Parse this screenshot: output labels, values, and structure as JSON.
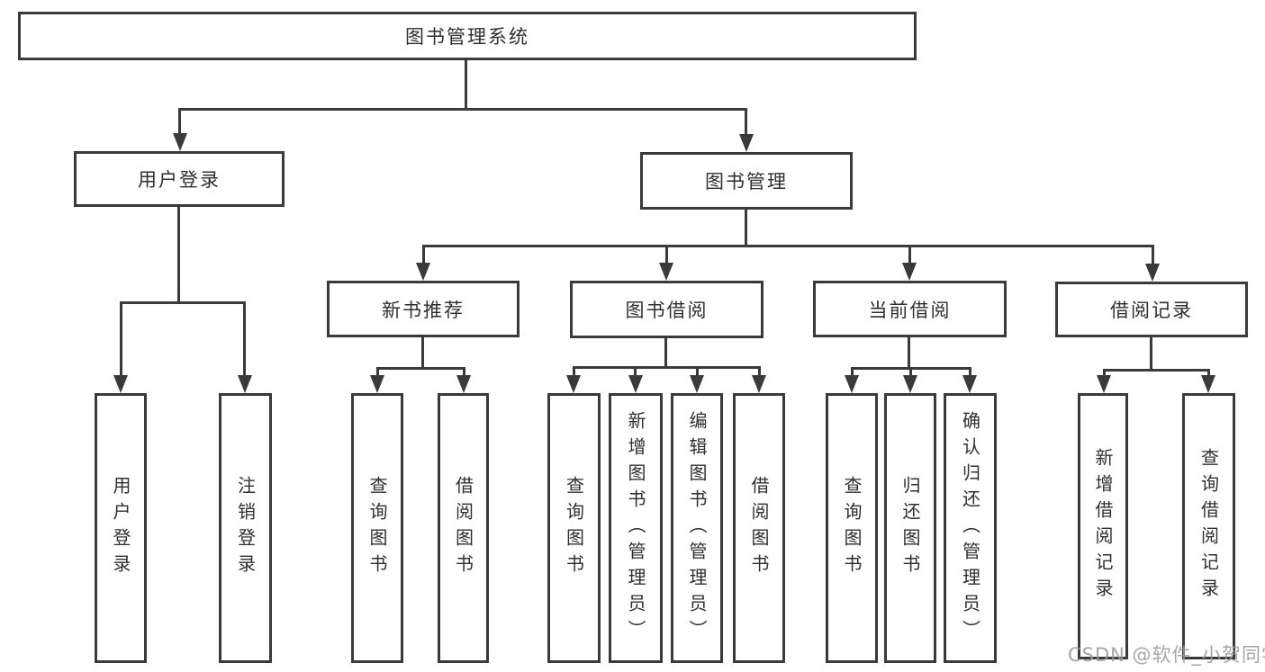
{
  "diagram": {
    "tree": {
      "label": "图书管理系统",
      "children": [
        {
          "label": "用户登录",
          "children": [
            {
              "label": "用户登录"
            },
            {
              "label": "注销登录"
            }
          ]
        },
        {
          "label": "图书管理",
          "children": [
            {
              "label": "新书推荐",
              "children": [
                {
                  "label": "查询图书"
                },
                {
                  "label": "借阅图书"
                }
              ]
            },
            {
              "label": "图书借阅",
              "children": [
                {
                  "label": "查询图书"
                },
                {
                  "label": "新增图书（管理员）"
                },
                {
                  "label": "编辑图书（管理员）"
                },
                {
                  "label": "借阅图书"
                }
              ]
            },
            {
              "label": "当前借阅",
              "children": [
                {
                  "label": "查询图书"
                },
                {
                  "label": "归还图书"
                },
                {
                  "label": "确认归还（管理员）"
                }
              ]
            },
            {
              "label": "借阅记录",
              "children": [
                {
                  "label": "新增借阅记录"
                },
                {
                  "label": "查询借阅记录"
                }
              ]
            }
          ]
        }
      ]
    },
    "watermark": "CSDN @软件_小贺同学",
    "colors": {
      "line": "#3a3a3a",
      "text": "#2f2f2f",
      "background": "#ffffff",
      "watermark": "#9b9b9b"
    }
  }
}
